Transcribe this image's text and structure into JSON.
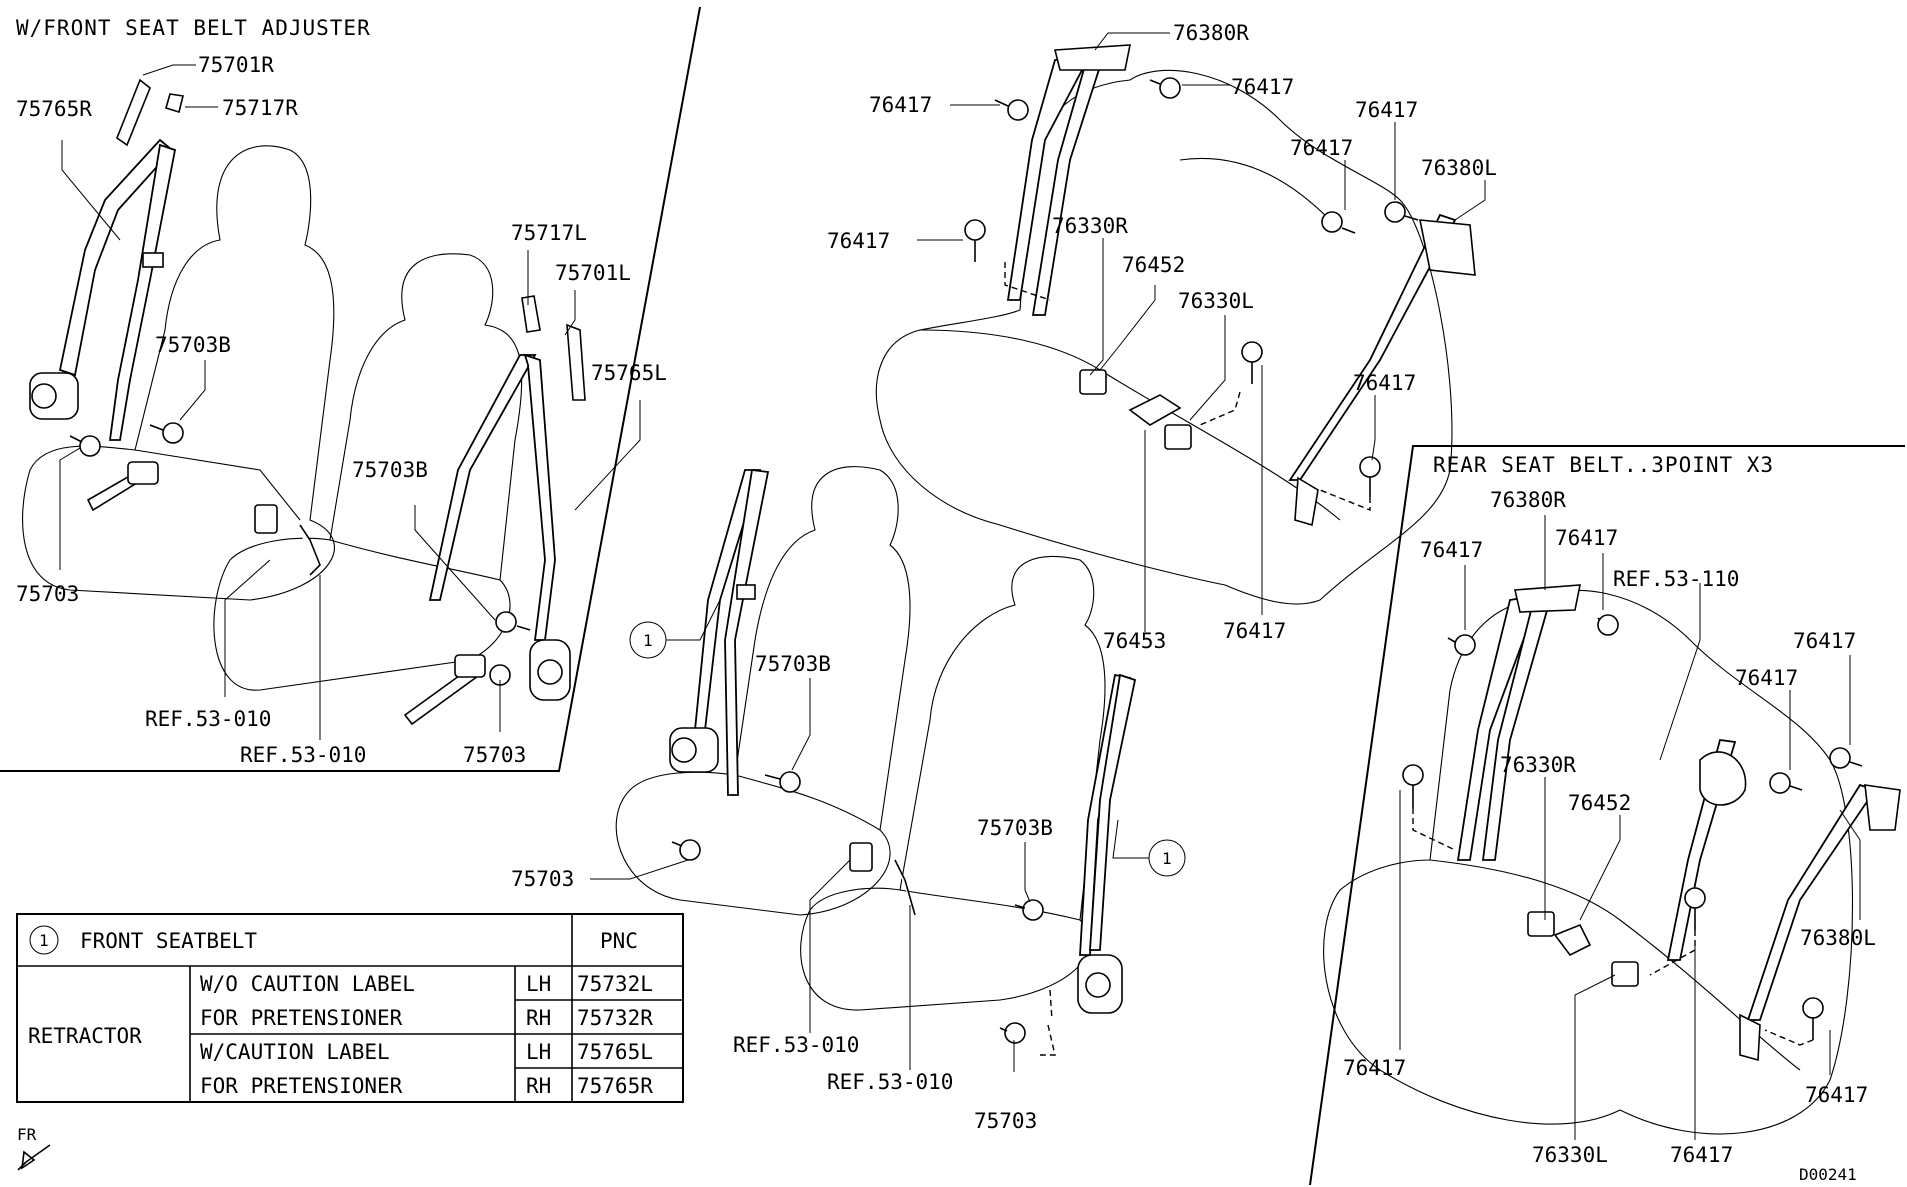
{
  "sections": {
    "front_adjuster": "W/FRONT SEAT BELT ADJUSTER",
    "rear_3point": "REAR SEAT BELT..3POINT X3"
  },
  "labels": {
    "p75701R": "75701R",
    "p75717R": "75717R",
    "p75765R": "75765R",
    "p75703B_a": "75703B",
    "p75703_a": "75703",
    "p75717L": "75717L",
    "p75701L": "75701L",
    "p75765L": "75765L",
    "p75703B_b": "75703B",
    "ref53010_a": "REF.53-010",
    "ref53010_b": "REF.53-010",
    "p75703_b": "75703",
    "p75703B_c": "75703B",
    "p75703_c": "75703",
    "p75703B_d": "75703B",
    "ref53010_c": "REF.53-010",
    "ref53010_d": "REF.53-010",
    "p75703_d": "75703",
    "callout1_a": "1",
    "callout1_b": "1",
    "p76380R_top": "76380R",
    "p76417_t1": "76417",
    "p76417_t2": "76417",
    "p76417_t3": "76417",
    "p76417_t4": "76417",
    "p76417_t5": "76417",
    "p76380L_top": "76380L",
    "p76330R_top": "76330R",
    "p76452_top": "76452",
    "p76330L_top": "76330L",
    "p76417_t6": "76417",
    "p76453": "76453",
    "p76417_t7": "76417",
    "p76380R_rear": "76380R",
    "p76417_r1": "76417",
    "p76417_r2": "76417",
    "ref53110": "REF.53-110",
    "p76417_r3": "76417",
    "p76417_r4": "76417",
    "p76330R_rear": "76330R",
    "p76452_rear": "76452",
    "p76380L_rear": "76380L",
    "p76417_r5": "76417",
    "p76417_r6": "76417",
    "p76330L_rear": "76330L",
    "p76417_r7": "76417",
    "drawing_no": "D00241",
    "fr": "FR"
  },
  "table": {
    "callout": "1",
    "title": "FRONT SEATBELT",
    "pnc_header": "PNC",
    "group": "RETRACTOR",
    "rows": [
      {
        "desc": "W/O CAUTION LABEL",
        "side": "LH",
        "pnc": "75732L"
      },
      {
        "desc": "FOR PRETENSIONER",
        "side": "RH",
        "pnc": "75732R"
      },
      {
        "desc": "W/CAUTION LABEL",
        "side": "LH",
        "pnc": "75765L"
      },
      {
        "desc": "FOR PRETENSIONER",
        "side": "RH",
        "pnc": "75765R"
      }
    ]
  }
}
